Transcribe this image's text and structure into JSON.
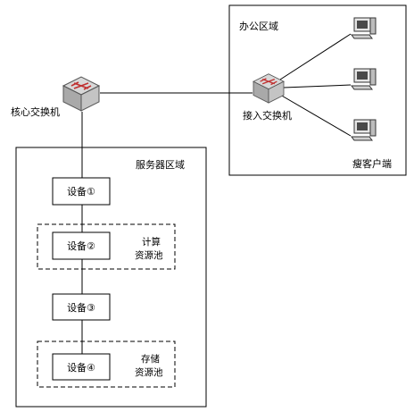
{
  "regions": {
    "office": "办公区域",
    "server": "服务器区域"
  },
  "switches": {
    "core": "核心交换机",
    "access": "接入交换机"
  },
  "clients": {
    "label": "瘦客户端"
  },
  "devices": [
    "设备①",
    "设备②",
    "设备③",
    "设备④"
  ],
  "pools": {
    "compute_line1": "计算",
    "compute_line2": "资源池",
    "storage_line1": "存储",
    "storage_line2": "资源池"
  }
}
